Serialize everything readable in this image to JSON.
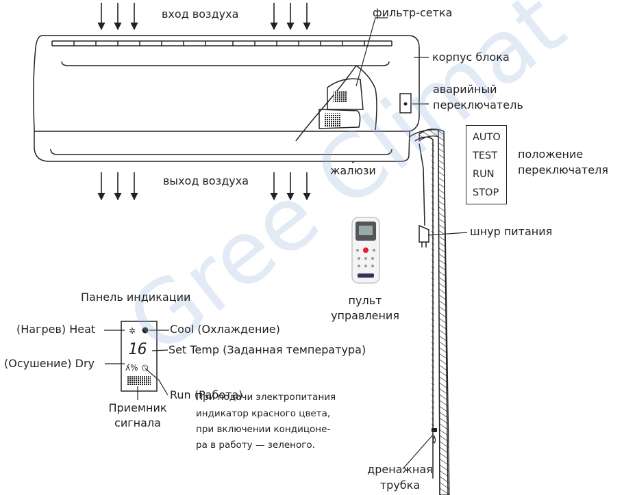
{
  "unit_labels": {
    "air_in": "вход воздуха",
    "filter": "фильтр-сетка",
    "body": "корпус блока",
    "emergency_switch": [
      "аварийный",
      "переключатель"
    ],
    "air_out": "выход воздуха",
    "louver": "жалюзи",
    "switch_position": [
      "положение",
      "переключателя"
    ],
    "power_cord": "шнур питания",
    "remote": [
      "пульт",
      "управления"
    ],
    "drain_pipe": [
      "дренажная",
      "трубка"
    ]
  },
  "switch_modes": [
    "AUTO",
    "TEST",
    "RUN",
    "STOP"
  ],
  "display_panel": {
    "title": "Панель индикации",
    "heat": "(Нагрев) Heat",
    "cool": "Cool (Охлаждение)",
    "set_temp": "Set Temp (Заданная температура)",
    "dry": "(Осушение) Dry",
    "run": "Run (Работа)",
    "receiver": [
      "Приемник",
      "сигнала"
    ],
    "temp_display": "16"
  },
  "note_lines": [
    "При подачи электропитания",
    "индикатор красного цвета,",
    "при включении кондицоне-",
    "ра в работу — зеленого."
  ],
  "watermark": "Gree Climat",
  "colors": {
    "line": "#222222",
    "watermark": "#96b2de"
  }
}
